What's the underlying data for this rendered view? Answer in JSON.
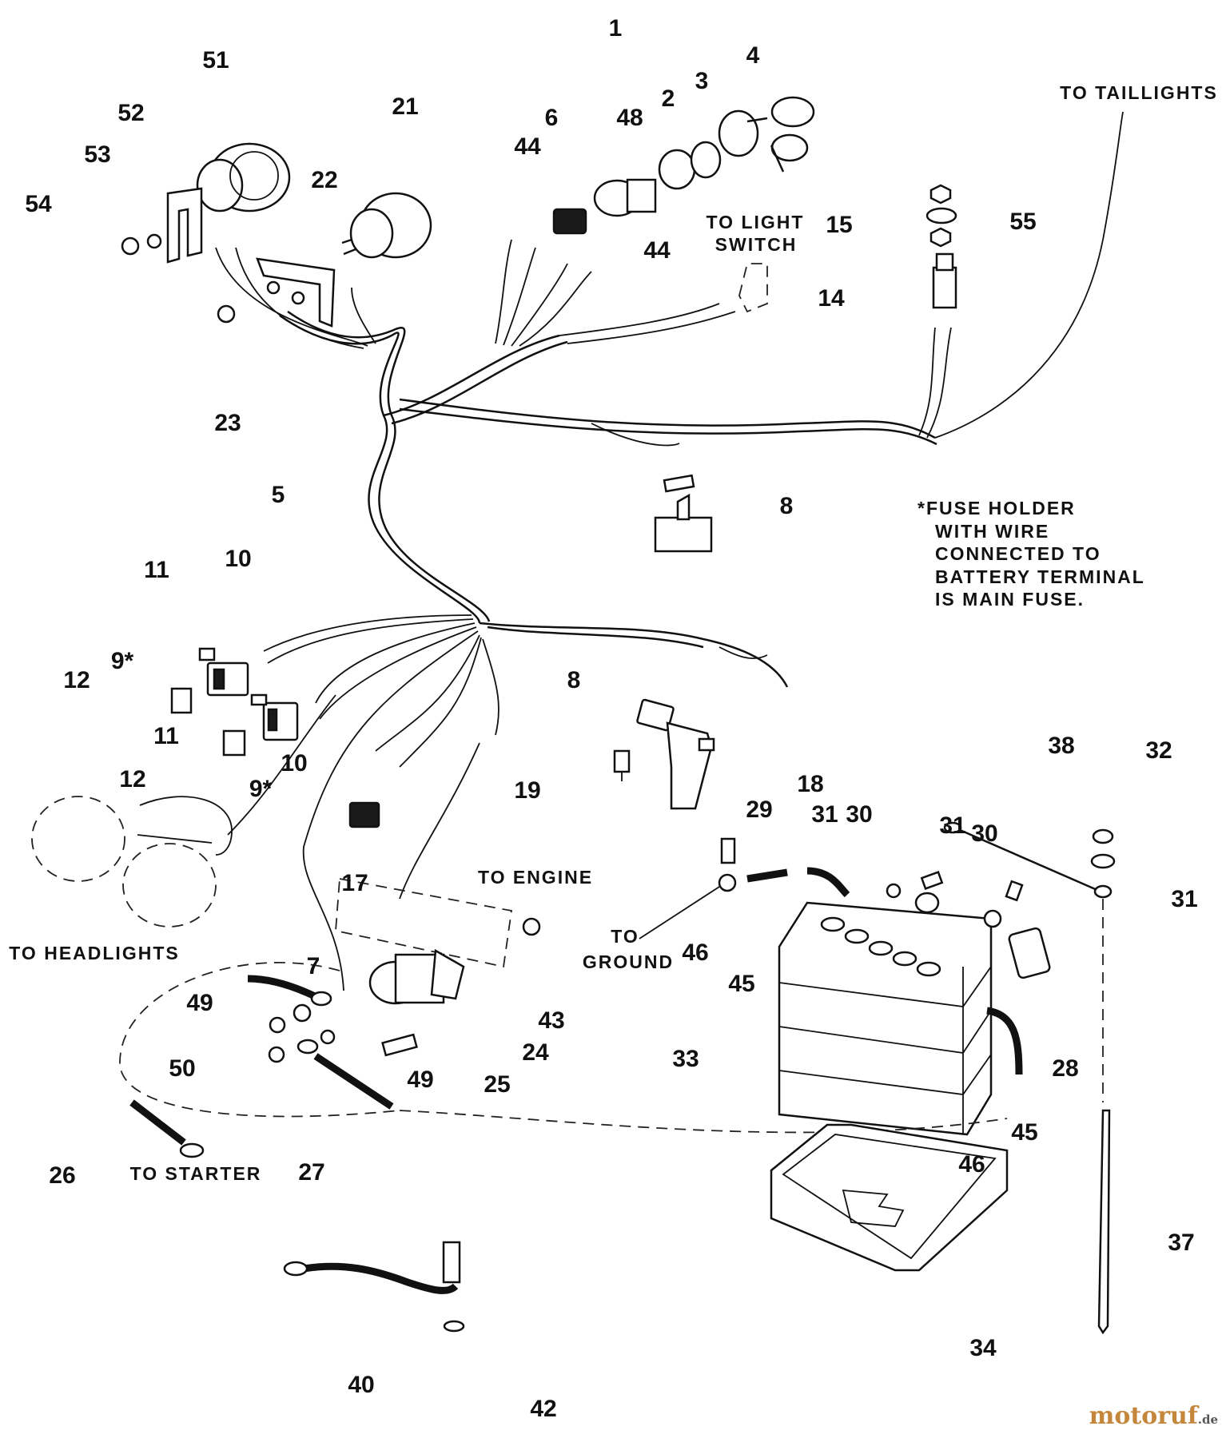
{
  "colors": {
    "ink": "#111111",
    "paper": "#ffffff",
    "watermark": "#c4863a"
  },
  "callouts": [
    {
      "id": "c1",
      "text": "1"
    },
    {
      "id": "c2",
      "text": "2"
    },
    {
      "id": "c3",
      "text": "3"
    },
    {
      "id": "c4",
      "text": "4"
    },
    {
      "id": "c48",
      "text": "48"
    },
    {
      "id": "c6",
      "text": "6"
    },
    {
      "id": "c44a",
      "text": "44"
    },
    {
      "id": "c44b",
      "text": "44"
    },
    {
      "id": "c51",
      "text": "51"
    },
    {
      "id": "c52",
      "text": "52"
    },
    {
      "id": "c53",
      "text": "53"
    },
    {
      "id": "c54",
      "text": "54"
    },
    {
      "id": "c21",
      "text": "21"
    },
    {
      "id": "c22",
      "text": "22"
    },
    {
      "id": "c23",
      "text": "23"
    },
    {
      "id": "c15",
      "text": "15"
    },
    {
      "id": "c55",
      "text": "55"
    },
    {
      "id": "c14",
      "text": "14"
    },
    {
      "id": "c5",
      "text": "5"
    },
    {
      "id": "c8a",
      "text": "8"
    },
    {
      "id": "c8b",
      "text": "8"
    },
    {
      "id": "c11a",
      "text": "11"
    },
    {
      "id": "c10a",
      "text": "10"
    },
    {
      "id": "c9a",
      "text": "9*"
    },
    {
      "id": "c12a",
      "text": "12"
    },
    {
      "id": "c11b",
      "text": "11"
    },
    {
      "id": "c12b",
      "text": "12"
    },
    {
      "id": "c9b",
      "text": "9*"
    },
    {
      "id": "c10b",
      "text": "10"
    },
    {
      "id": "c19",
      "text": "19"
    },
    {
      "id": "c18",
      "text": "18"
    },
    {
      "id": "c17",
      "text": "17"
    },
    {
      "id": "c38",
      "text": "38"
    },
    {
      "id": "c32",
      "text": "32"
    },
    {
      "id": "c29",
      "text": "29"
    },
    {
      "id": "c31a",
      "text": "31"
    },
    {
      "id": "c30a",
      "text": "30"
    },
    {
      "id": "c31b",
      "text": "31"
    },
    {
      "id": "c30b",
      "text": "30"
    },
    {
      "id": "c31c",
      "text": "31"
    },
    {
      "id": "c46a",
      "text": "46"
    },
    {
      "id": "c45a",
      "text": "45"
    },
    {
      "id": "c28",
      "text": "28"
    },
    {
      "id": "c33",
      "text": "33"
    },
    {
      "id": "c46b",
      "text": "46"
    },
    {
      "id": "c45b",
      "text": "45"
    },
    {
      "id": "c7",
      "text": "7"
    },
    {
      "id": "c43",
      "text": "43"
    },
    {
      "id": "c49a",
      "text": "49"
    },
    {
      "id": "c50",
      "text": "50"
    },
    {
      "id": "c49b",
      "text": "49"
    },
    {
      "id": "c24",
      "text": "24"
    },
    {
      "id": "c25",
      "text": "25"
    },
    {
      "id": "c26",
      "text": "26"
    },
    {
      "id": "c27",
      "text": "27"
    },
    {
      "id": "c37",
      "text": "37"
    },
    {
      "id": "c34",
      "text": "34"
    },
    {
      "id": "c40",
      "text": "40"
    },
    {
      "id": "c42",
      "text": "42"
    }
  ],
  "labels": {
    "taillights": "TO TAILLIGHTS",
    "light_switch_1": "TO LIGHT",
    "light_switch_2": "SWITCH",
    "engine": "TO ENGINE",
    "headlights": "TO HEADLIGHTS",
    "ground_1": "TO",
    "ground_2": "GROUND",
    "starter": "TO STARTER"
  },
  "note": {
    "lines": [
      "*FUSE HOLDER",
      "WITH WIRE",
      "CONNECTED TO",
      "BATTERY TERMINAL",
      "IS MAIN FUSE."
    ]
  },
  "watermark": {
    "brand": "motoruf",
    "suffix": ".de"
  }
}
